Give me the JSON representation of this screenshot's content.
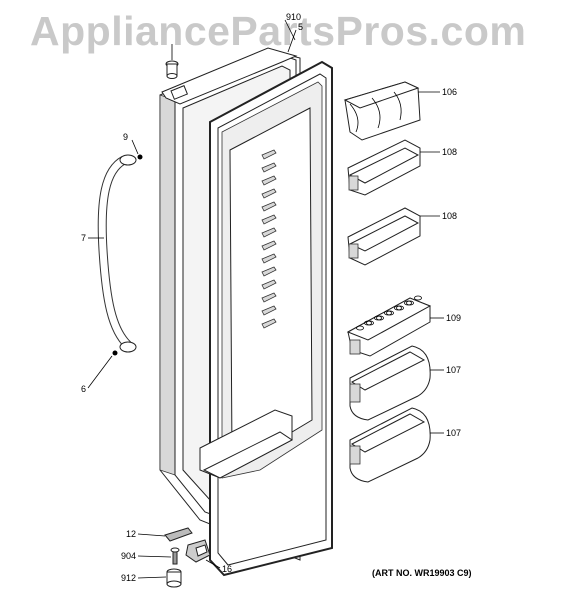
{
  "watermark": "AppliancePartsPros.com",
  "art_number": "(ART NO. WR19903 C9)",
  "callouts": {
    "c910": "910",
    "c5": "5",
    "c9": "9",
    "c7": "7",
    "c6": "6",
    "c106": "106",
    "c108a": "108",
    "c108b": "108",
    "c109": "109",
    "c107a": "107",
    "c107b": "107",
    "c12": "12",
    "c904": "904",
    "c16": "16",
    "c912": "912"
  }
}
